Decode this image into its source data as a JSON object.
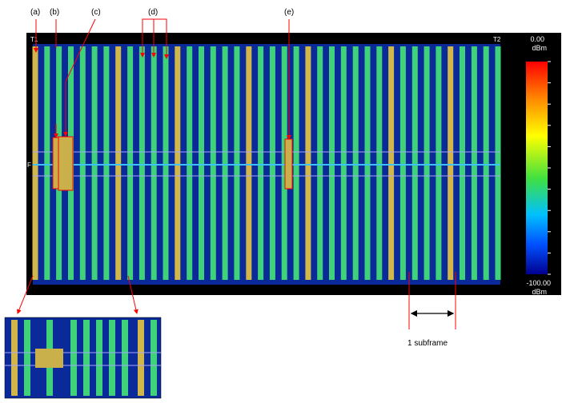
{
  "chart_data": {
    "type": "heatmap",
    "title": "",
    "time_markers": [
      "T1",
      "T2"
    ],
    "frequency_marker": "F",
    "colorbar": {
      "max_label": "0.00",
      "max_unit": "dBm",
      "min_label": "-100.00",
      "min_unit": "dBm",
      "range": [
        -100,
        0
      ],
      "colors": [
        "#ff0000",
        "#ff8c00",
        "#ffff00",
        "#40e040",
        "#00c0ff",
        "#0050ff",
        "#000090"
      ]
    },
    "annotations": [
      "(a)",
      "(b)",
      "(c)",
      "(d)",
      "(e)"
    ],
    "subframe_label": "1 subframe",
    "stripe_count": 40,
    "highlighted_stripes": [
      0,
      7,
      12,
      18,
      23,
      30,
      35
    ],
    "background_color": "#000000",
    "plot_color": "#0a2a9a",
    "stripe_color": "#3fd27a",
    "highlight_stripe_color": "#d1b64a",
    "arrow_color": "#ff0000"
  }
}
